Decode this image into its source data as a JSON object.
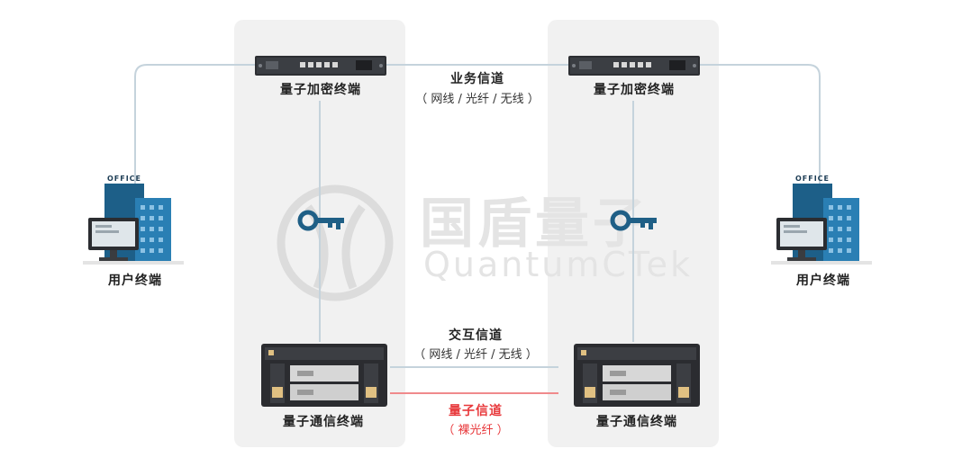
{
  "colors": {
    "panel": "#f1f1f1",
    "line": "#c5d3dc",
    "quantum_line": "#f08a8c",
    "quantum_text": "#e8383b",
    "key": "#1f5f86",
    "building": "#1d6f9f"
  },
  "icons": [
    "building-icon",
    "monitor-icon",
    "encryption-device-icon",
    "quantum-device-icon",
    "key-icon"
  ],
  "nodes": {
    "left_user": "用户终端",
    "right_user": "用户终端",
    "left_encryptor": "量子加密终端",
    "right_encryptor": "量子加密终端",
    "left_quantum": "量子通信终端",
    "right_quantum": "量子通信终端",
    "office_sign": "OFFICE"
  },
  "channels": {
    "business": {
      "title": "业务信道",
      "sub": "（ 网线 / 光纤 / 无线 ）"
    },
    "interaction": {
      "title": "交互信道",
      "sub": "（ 网线 / 光纤 / 无线 ）"
    },
    "quantum": {
      "title": "量子信道",
      "sub": "（ 裸光纤 ）"
    }
  },
  "watermark": {
    "cn": "国盾量子",
    "en": "QuantumCTek"
  }
}
